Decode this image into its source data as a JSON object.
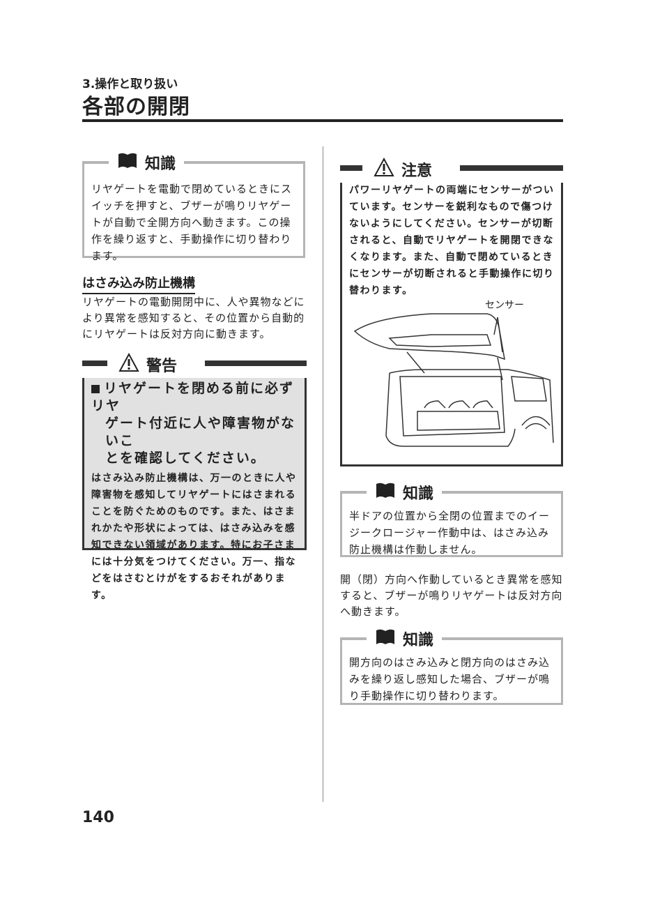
{
  "header": {
    "chapter": "3.操作と取り扱い",
    "title": "各部の開閉"
  },
  "info_box_1": {
    "label": "知識",
    "text": "リヤゲートを電動で閉めているときにスイッチを押すと、ブザーが鳴りリヤゲートが自動で全開方向へ動きます。この操作を繰り返すと、手動操作に切り替わります。"
  },
  "section": {
    "heading": "はさみ込み防止機構",
    "text": "リヤゲートの電動開閉中に、人や異物などにより異常を感知すると、その位置から自動的にリヤゲートは反対方向に動きます。"
  },
  "warning_box": {
    "label": "警告",
    "title_line1": "リヤゲートを閉める前に必ずリヤ",
    "title_line2": "ゲート付近に人や障害物がないこ",
    "title_line3": "とを確認してください。",
    "text": "はさみ込み防止機構は、万一のときに人や障害物を感知してリヤゲートにはさまれることを防ぐためのものです。また、はさまれかたや形状によっては、はさみ込みを感知できない領域があります。特にお子さまには十分気をつけてください。万一、指などをはさむとけがをするおそれがあります。"
  },
  "caution_box": {
    "label": "注意",
    "text": "パワーリヤゲートの両端にセンサーがついています。センサーを鋭利なもので傷つけないようにしてください。センサーが切断されると、自動でリヤゲートを開閉できなくなります。また、自動で閉めているときにセンサーが切断されると手動操作に切り替わります。",
    "figure_label": "センサー"
  },
  "info_box_2": {
    "label": "知識",
    "text": "半ドアの位置から全閉の位置までのイージークロージャー作動中は、はさみ込み防止機構は作動しません。"
  },
  "para_right": {
    "text": "開（閉）方向へ作動しているとき異常を感知すると、ブザーが鳴りリヤゲートは反対方向へ動きます。"
  },
  "info_box_3": {
    "label": "知識",
    "text": "開方向のはさみ込みと閉方向のはさみ込みを繰り返し感知した場合、ブザーが鳴り手動操作に切り替わります。"
  },
  "page_number": "140",
  "icons": {
    "info": "book-icon",
    "warning": "exclamation-triangle-icon",
    "caution": "exclamation-triangle-icon"
  }
}
